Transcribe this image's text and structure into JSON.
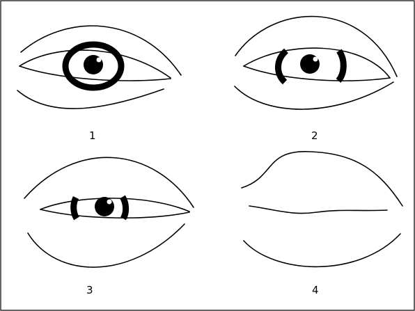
{
  "panels": [
    {
      "id": "1",
      "label": "1",
      "state": "wide-open eye"
    },
    {
      "id": "2",
      "label": "2",
      "state": "open eye"
    },
    {
      "id": "3",
      "label": "3",
      "state": "narrowed eye"
    },
    {
      "id": "4",
      "label": "4",
      "state": "closed eye"
    }
  ]
}
